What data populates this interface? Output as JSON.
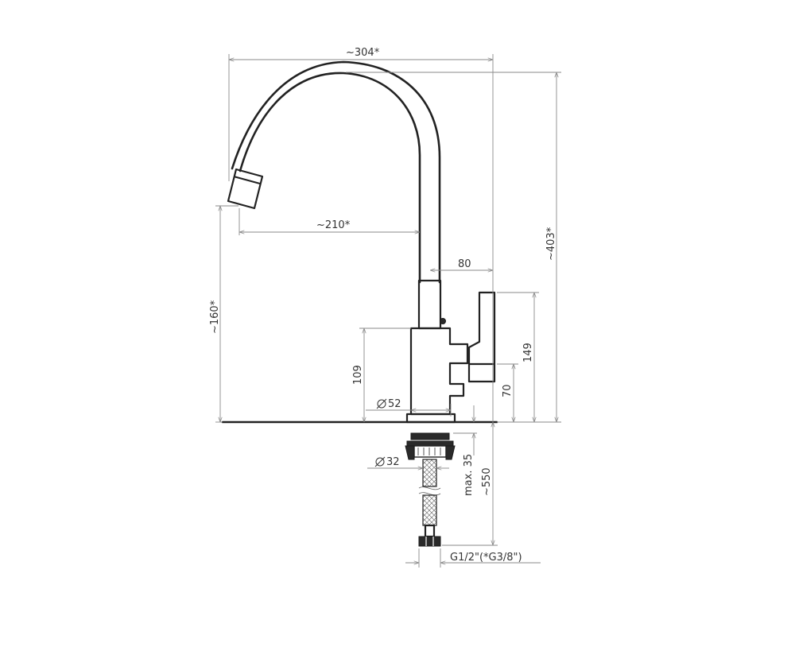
{
  "drawing": {
    "product": "kitchen mixer tap with swivel spout",
    "dimensions": {
      "overall_width": "~304*",
      "overall_height": "~403*",
      "spout_reach": "~210*",
      "spout_outlet_height": "~160*",
      "lever_offset": "80",
      "lever_height": "149",
      "body_height": "109",
      "base_to_lever": "70",
      "base_diameter": "52",
      "shank_diameter": "32",
      "max_countertop": "max. 35",
      "hose_length": "~550",
      "connection_thread": "G1/2\"(*G3/8\")"
    },
    "colors": {
      "outline": "#222222",
      "dimension_line": "#8a8a8a",
      "text": "#333333"
    }
  }
}
